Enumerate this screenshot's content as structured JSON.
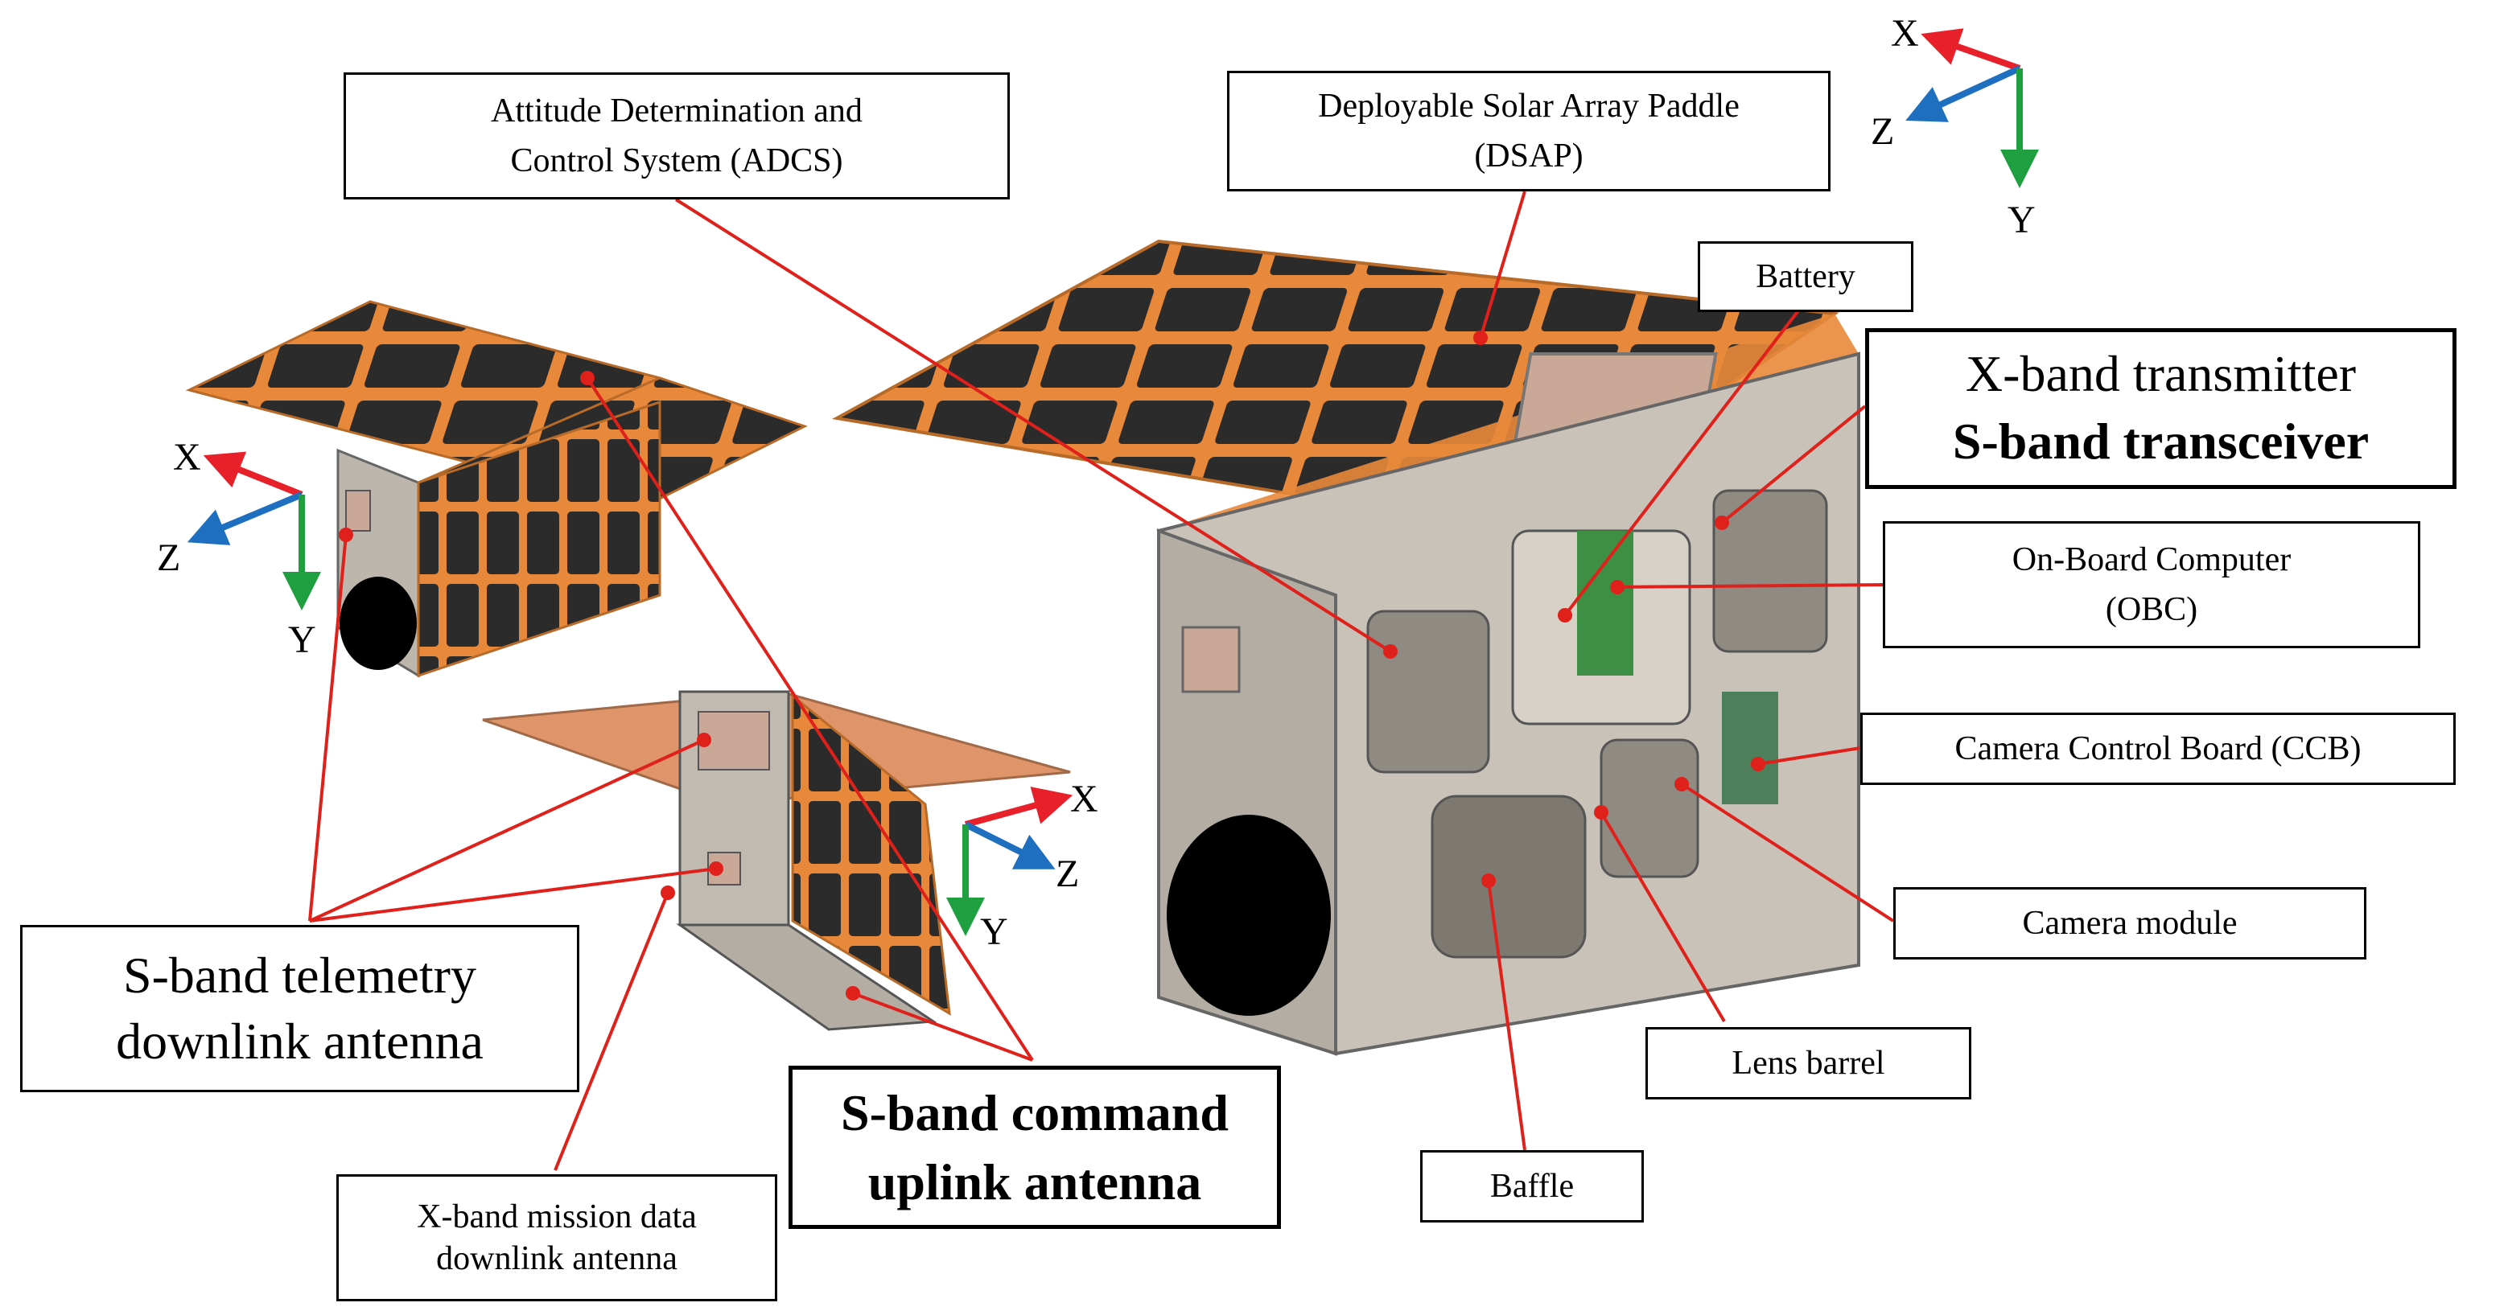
{
  "labels": {
    "adcs": [
      "Attitude Determination and",
      "Control System (ADCS)"
    ],
    "dsap": [
      "Deployable Solar Array Paddle",
      "(DSAP)"
    ],
    "battery": "Battery",
    "transmitter": [
      "X-band transmitter",
      "S-band transceiver"
    ],
    "obc": [
      "On-Board Computer",
      "(OBC)"
    ],
    "ccb": "Camera Control Board (CCB)",
    "camera_module": "Camera module",
    "lens_barrel": "Lens barrel",
    "baffle": "Baffle",
    "sband_telemetry": [
      "S-band telemetry",
      "downlink antenna"
    ],
    "sband_command": [
      "S-band command",
      "uplink antenna"
    ],
    "xband_mission": [
      "X-band mission data",
      "downlink antenna"
    ]
  },
  "axes": {
    "top_right": {
      "x": "X",
      "z": "Z",
      "y": "Y"
    },
    "left": {
      "x": "X",
      "z": "Z",
      "y": "Y"
    },
    "middle": {
      "x": "X",
      "z": "Z",
      "y": "Y"
    }
  },
  "colors": {
    "panel_orange": "#e8883a",
    "solar_cell": "#2b2b2b",
    "frame_gray": "#bdb6ad",
    "leader_red": "#e0201a",
    "axis_x": "#e8202a",
    "axis_z": "#1f6fc0",
    "axis_y": "#1fa040"
  }
}
